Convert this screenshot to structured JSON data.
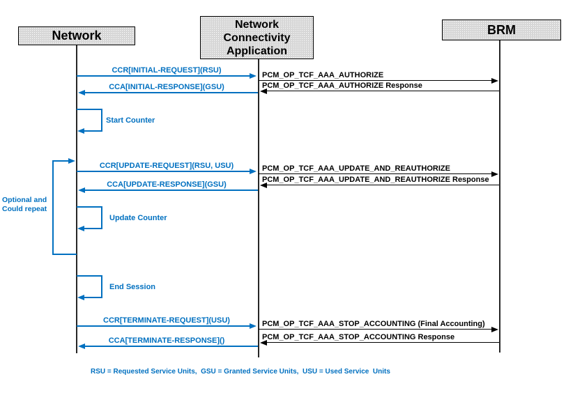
{
  "actors": {
    "network": "Network",
    "nca": "Network Connectivity Application",
    "brm": "BRM"
  },
  "flows": {
    "initial": {
      "ccr": "CCR[INITIAL-REQUEST](RSU)",
      "op": "PCM_OP_TCF_AAA_AUTHORIZE",
      "op_response": "PCM_OP_TCF_AAA_AUTHORIZE Response",
      "cca": "CCA[INITIAL-RESPONSE](GSU)",
      "action": "Start Counter"
    },
    "update": {
      "ccr": "CCR[UPDATE-REQUEST](RSU, USU)",
      "op": "PCM_OP_TCF_AAA_UPDATE_AND_REAUTHORIZE",
      "op_response": "PCM_OP_TCF_AAA_UPDATE_AND_REAUTHORIZE Response",
      "cca": "CCA[UPDATE-RESPONSE](GSU)",
      "action": "Update Counter",
      "note_line1": "Optional and",
      "note_line2": "Could repeat"
    },
    "terminate": {
      "action": "End Session",
      "ccr": "CCR[TERMINATE-REQUEST](USU)",
      "op": "PCM_OP_TCF_AAA_STOP_ACCOUNTING (Final Accounting)",
      "op_response": "PCM_OP_TCF_AAA_STOP_ACCOUNTING Response",
      "cca": "CCA[TERMINATE-RESPONSE]()"
    }
  },
  "legend": "RSU = Requested Service Units,  GSU = Granted Service Units,  USU = Used Service  Units",
  "colors": {
    "message_blue": "#0070C0",
    "message_black": "#000000",
    "actor_fill": "#d7d7d7"
  }
}
